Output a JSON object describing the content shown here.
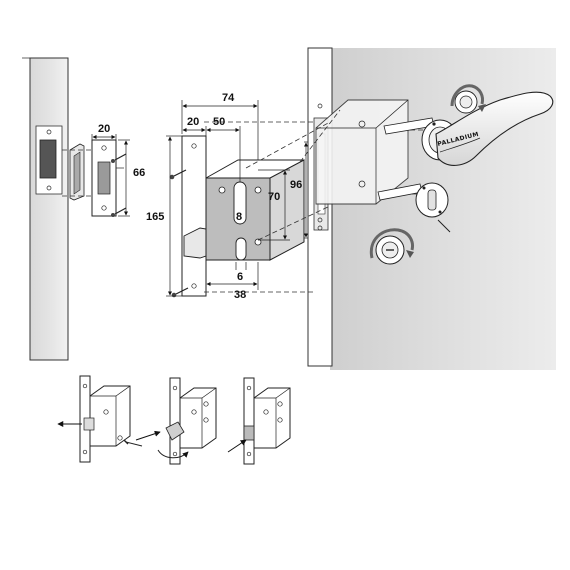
{
  "dimensions": {
    "strike_width": "20",
    "strike_height": "66",
    "backset_total": "74",
    "faceplate_offset": "20",
    "backset": "50",
    "overall_height": "165",
    "spindle_to_cylinder": "70",
    "body_height": "96",
    "square_spindle": "8",
    "emergency_spindle": "6",
    "lower_offset": "38"
  },
  "handle_brand": "PALLADIUM",
  "colors": {
    "line": "#222222",
    "wall_light": "#e4e4e4",
    "wall_dark": "#cfcfcf",
    "lock_body": "#bdbdbd",
    "strike_recess": "#555555"
  }
}
